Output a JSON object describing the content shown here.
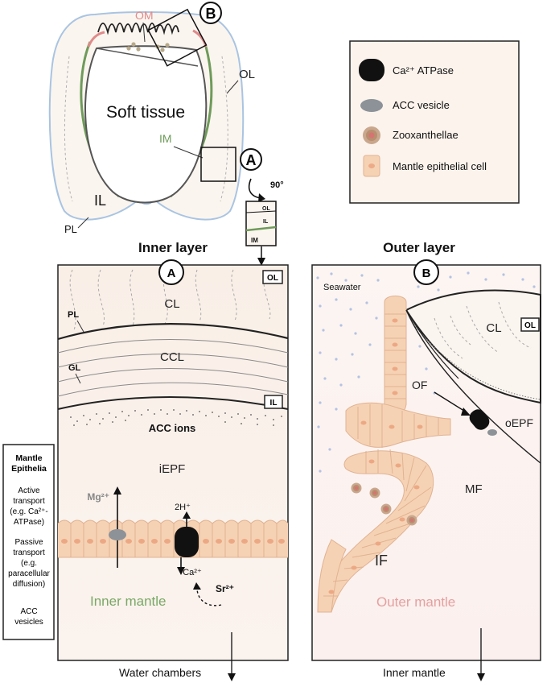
{
  "overview": {
    "om": "OM",
    "box_b": "B",
    "ol": "OL",
    "soft_tissue": "Soft tissue",
    "im": "IM",
    "box_a": "A",
    "il": "IL",
    "pl": "PL",
    "rotation": "90°",
    "mini_ol": "OL",
    "mini_il": "IL",
    "mini_im": "IM"
  },
  "legend": {
    "items": [
      {
        "icon": "ca-atpase-icon",
        "html_label": "Ca²⁺ ATPase",
        "color": "#111111"
      },
      {
        "icon": "acc-vesicle-icon",
        "html_label": "ACC vesicle",
        "color": "#8c9298"
      },
      {
        "icon": "zooxanthellae-icon",
        "html_label": "Zooxanthellae",
        "color": "#c77a6a"
      },
      {
        "icon": "mantle-cell-icon",
        "html_label": "Mantle epithelial cell",
        "color": "#f6d2b4"
      }
    ]
  },
  "panel_a": {
    "heading": "Inner layer",
    "badge": "A",
    "ol_box": "OL",
    "cl": "CL",
    "pl": "PL",
    "ccl": "CCL",
    "gl": "GL",
    "il_box": "IL",
    "acc_ions": "ACC ions",
    "iepf": "iEPF",
    "mg": "Mg²⁺",
    "h": "2H⁺",
    "ca": "Ca²⁺",
    "sr": "Sr²⁺",
    "inner_mantle": "Inner mantle",
    "bottom": "Water chambers"
  },
  "panel_b": {
    "heading": "Outer layer",
    "badge": "B",
    "seawater": "Seawater",
    "cl": "CL",
    "ol_box": "OL",
    "of": "OF",
    "oepf": "oEPF",
    "mf": "MF",
    "if": "IF",
    "outer_mantle": "Outer mantle",
    "bottom": "Inner mantle"
  },
  "side_key": {
    "title_1": "Mantle",
    "title_2": "Epithelia",
    "active": [
      "Active",
      "transport",
      "(e.g. Ca²⁺-",
      "ATPase)"
    ],
    "passive": [
      "Passive",
      "transport",
      "(e.g.",
      "paracellular",
      "diffusion)"
    ],
    "acc": [
      "ACC",
      "vesicles"
    ]
  },
  "colors": {
    "green": "#6e9b5a",
    "pink": "#e08a8a",
    "cell": "#f6d2b4",
    "panel_bg": "#fdf6f1",
    "dots": "#b4c2e2"
  }
}
